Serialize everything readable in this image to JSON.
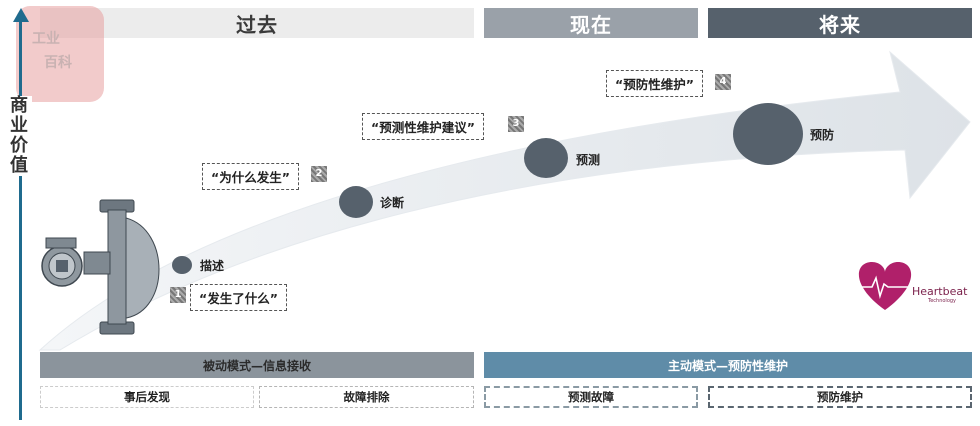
{
  "header": {
    "past": "过去",
    "now": "现在",
    "future": "将来"
  },
  "axis": {
    "label_chars": [
      "商",
      "业",
      "价",
      "值"
    ]
  },
  "watermark": {
    "line1": "工业",
    "line2": "百科"
  },
  "stages": {
    "describe": "描述",
    "diagnose": "诊断",
    "predict": "预测",
    "prevent": "预防"
  },
  "questions": {
    "q1": "“发生了什么”",
    "q2": "“为什么发生”",
    "q3": "“预测性维护建议”",
    "q4": "“预防性维护”"
  },
  "numbers": {
    "n1": "1",
    "n2": "2",
    "n3": "3",
    "n4": "4"
  },
  "modes": {
    "passive": "被动模式—信息接收",
    "active": "主动模式—预防性维护"
  },
  "submodes": {
    "after_discovery": "事后发现",
    "troubleshooting": "故障排除",
    "fault_prediction": "预测故障",
    "preventive_maintenance": "预防维护"
  },
  "logo": {
    "name": "Heartbeat",
    "sub": "Technology"
  },
  "colors": {
    "arrow": "#e4e8ec",
    "dot": "#56616c",
    "heart": "#b0206a",
    "axis": "#1f6b8e"
  }
}
